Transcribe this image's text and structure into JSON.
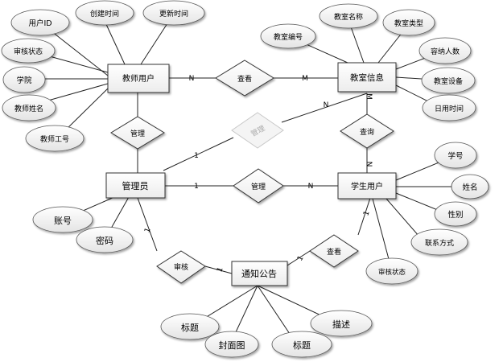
{
  "entities": {
    "teacher": "教师用户",
    "classroom": "教室信息",
    "admin": "管理员",
    "student": "学生用户",
    "notice": "通知公告"
  },
  "relations": {
    "teacher_view": "查看",
    "admin_manage_classroom": "管理",
    "classroom_query": "查询",
    "admin_manage_teacher": "管理",
    "admin_manage_student": "管理",
    "admin_review_notice": "审核",
    "student_view_notice": "查看"
  },
  "attributes": {
    "teacher": [
      "用户ID",
      "创建时间",
      "更新时间",
      "审核状态",
      "学院",
      "教师姓名",
      "教师工号"
    ],
    "classroom": [
      "教室名称",
      "教室类型",
      "教室编号",
      "容纳人数",
      "教室设备",
      "日用时间"
    ],
    "student": [
      "学号",
      "姓名",
      "性别",
      "联系方式",
      "审核状态"
    ],
    "admin": [
      "账号",
      "密码"
    ],
    "notice": [
      "标题",
      "描述",
      "封面图",
      "标题"
    ]
  },
  "cardinalities": {
    "teacher_view_teacher": "N",
    "teacher_view_classroom": "M",
    "mgmt_classroom": "N",
    "mgmt_admin": "1",
    "query_classroom": "M",
    "query_student": "N",
    "admin_student_admin": "1",
    "admin_student_student": "N",
    "review_admin": "1",
    "review_notice": "1",
    "view_notice": "1",
    "view_student": "1"
  }
}
